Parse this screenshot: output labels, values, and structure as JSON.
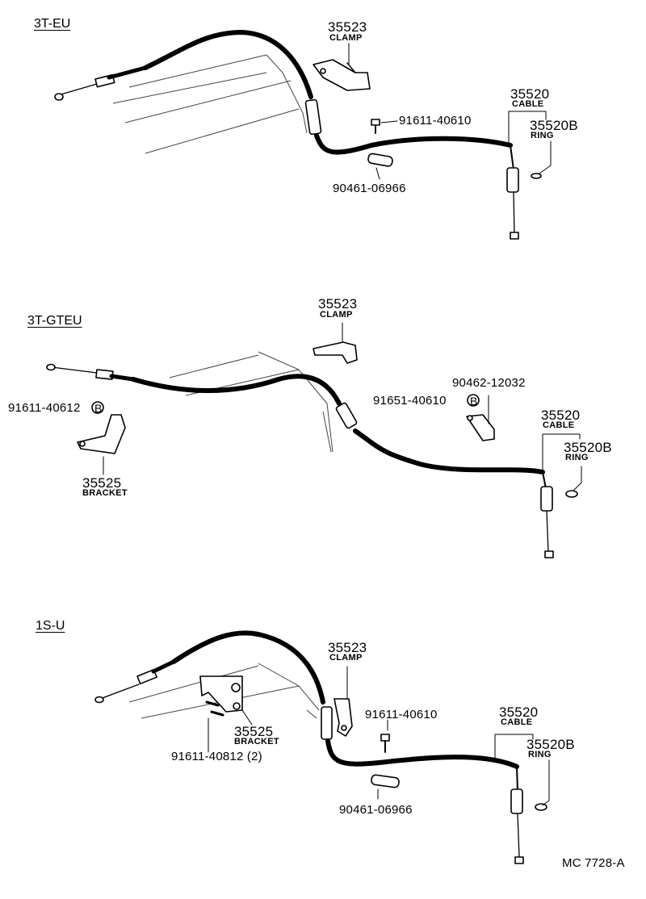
{
  "sections": [
    {
      "title": "3T-EU",
      "labels": {
        "clamp_no": "35523",
        "clamp_name": "CLAMP",
        "cable_no": "35520",
        "cable_name": "CABLE",
        "ring_no": "35520B",
        "ring_name": "RING",
        "bolt_no": "91611-40610",
        "clip_no": "90461-06966"
      }
    },
    {
      "title": "3T-GTEU",
      "labels": {
        "clamp_no": "35523",
        "clamp_name": "CLAMP",
        "cable_no": "35520",
        "cable_name": "CABLE",
        "ring_no": "35520B",
        "ring_name": "RING",
        "clip_no": "90462-12032",
        "bolt_no": "91651-40610",
        "bracket_bolt_no": "91611-40612",
        "bracket_no": "35525",
        "bracket_name": "BRACKET",
        "ref_mark": "B"
      }
    },
    {
      "title": "1S-U",
      "labels": {
        "clamp_no": "35523",
        "clamp_name": "CLAMP",
        "cable_no": "35520",
        "cable_name": "CABLE",
        "ring_no": "35520B",
        "ring_name": "RING",
        "bolt_no": "91611-40610",
        "clip_no": "90461-06966",
        "bracket_no": "35525",
        "bracket_name": "BRACKET",
        "bracket_bolt_no": "91611-40812 (2)"
      }
    }
  ],
  "footer": {
    "code": "MC  7728-A"
  }
}
